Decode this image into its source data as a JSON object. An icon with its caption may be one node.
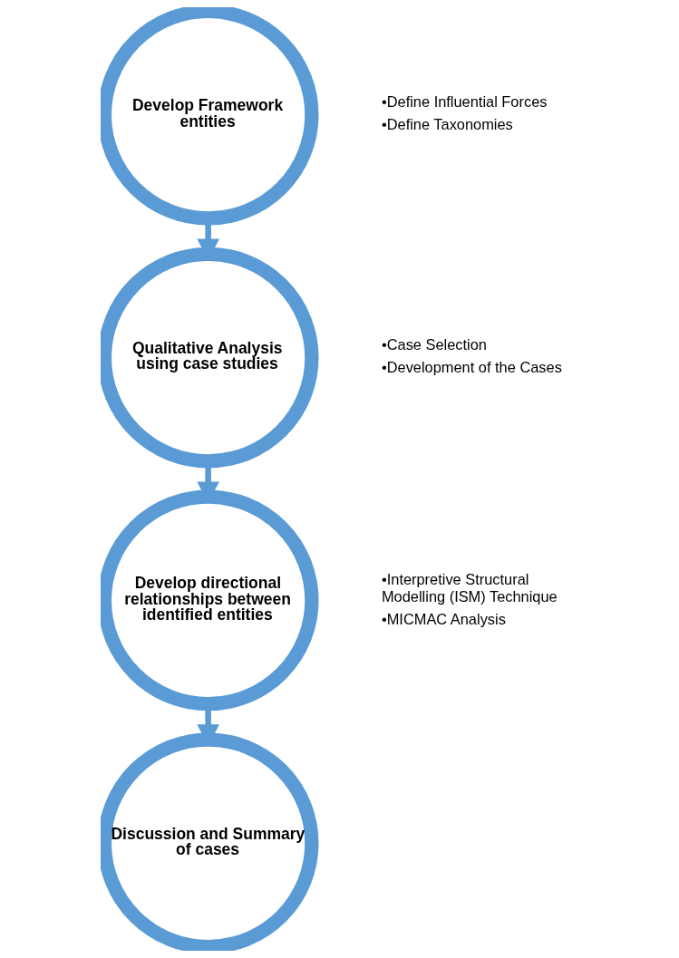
{
  "diagram": {
    "nodes": [
      {
        "text": [
          "Develop Framework entities"
        ],
        "beside": [
          "•Define Influential Forces",
          "•Define Taxonomies"
        ]
      },
      {
        "text": [
          "Qualitative Analysis using case studies"
        ],
        "beside": [
          "•Case Selection",
          "•Development of the Cases"
        ]
      },
      {
        "text": [
          "Develop directional relationships between identified entities"
        ],
        "beside": [
          "•Interpretive Structural Modelling (ISM) Technique",
          "•MICMAC Analysis"
        ]
      },
      {
        "text": [
          "Discussion and Summary of cases"
        ]
      }
    ],
    "edges": [
      {
        "from": 0,
        "to": 1,
        "arrow": "to"
      },
      {
        "from": 1,
        "to": 2,
        "arrow": "to"
      },
      {
        "from": 2,
        "to": 3,
        "arrow": "to"
      }
    ]
  }
}
